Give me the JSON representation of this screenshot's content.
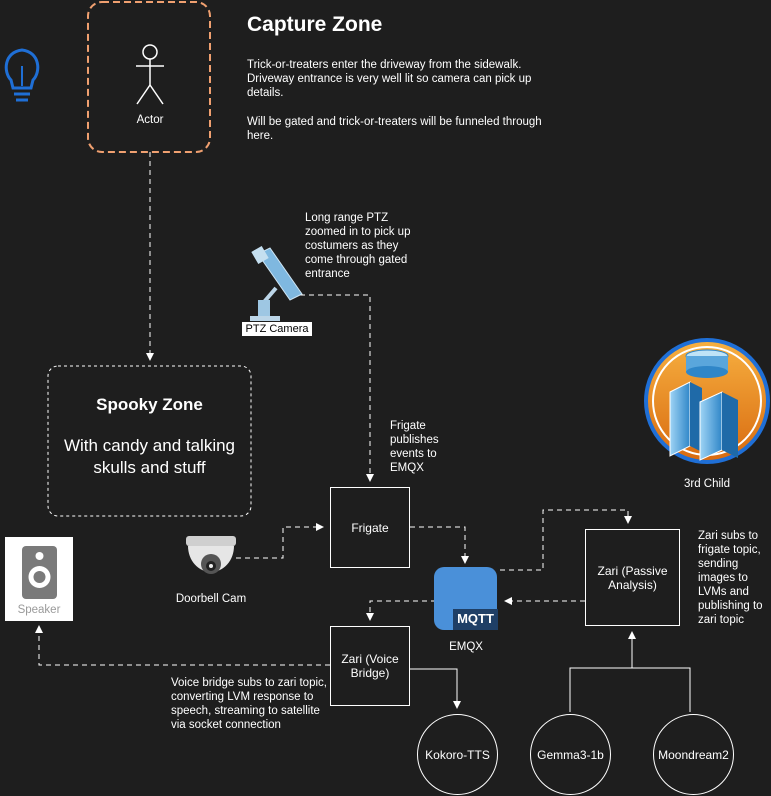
{
  "capture_zone": {
    "title": "Capture Zone",
    "desc1": "Trick-or-treaters enter the driveway from the sidewalk. Driveway entrance is very well lit so camera can pick up details.",
    "desc2": "Will be gated and trick-or-treaters will be funneled through here."
  },
  "actor": {
    "label": "Actor"
  },
  "ptz": {
    "label": "PTZ Camera",
    "note": "Long range PTZ zoomed in to pick up costumers as they come through gated entrance"
  },
  "spooky_zone": {
    "title": "Spooky Zone",
    "subtitle": "With candy and talking skulls and stuff"
  },
  "frigate": {
    "label": "Frigate",
    "note": "Frigate publishes events to EMQX"
  },
  "doorbell": {
    "label": "Doorbell Cam"
  },
  "speaker": {
    "label": "Speaker"
  },
  "emqx": {
    "label": "EMQX",
    "badge": "MQTT"
  },
  "zari_passive": {
    "label": "Zari (Passive Analysis)",
    "note": "Zari subs to frigate topic, sending images to LVMs and publishing to zari topic"
  },
  "zari_voice": {
    "label": "Zari (Voice Bridge)",
    "note": "Voice bridge subs to zari topic, converting LVM response to speech, streaming to satellite via socket connection"
  },
  "third_child": {
    "label": "3rd Child"
  },
  "models": {
    "kokoro": "Kokoro-TTS",
    "gemma": "Gemma3-1b",
    "moondream": "Moondream2"
  },
  "colors": {
    "background": "#1e1e1e",
    "actor_border": "#f0a070",
    "bulb": "#1f6fd6",
    "mqtt": "#4a90d9",
    "server_orange": "#f08a24"
  }
}
